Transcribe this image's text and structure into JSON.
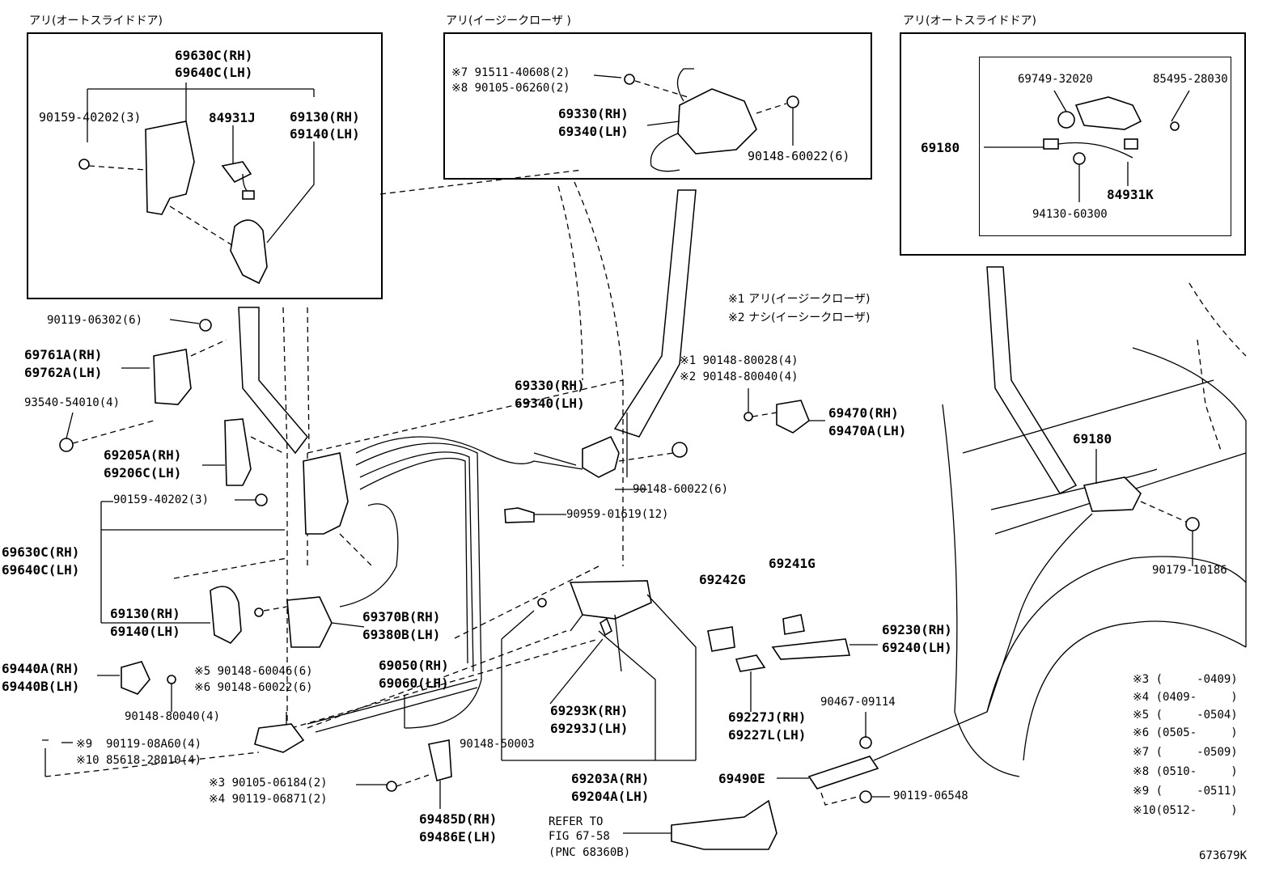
{
  "header": {
    "box1_title": "アリ(オートスライドドア)",
    "box2_title": "アリ(イージークローザ )",
    "box3_title": "アリ(オートスライドドア)"
  },
  "box1": {
    "p1": "69630C(RH)",
    "p2": "69640C(LH)",
    "p3": "90159-40202(3)",
    "p4": "84931J",
    "p5": "69130(RH)",
    "p6": "69140(LH)"
  },
  "box2": {
    "p1": "※7 91511-40608(2)",
    "p2": "※8 90105-06260(2)",
    "p3": "69330(RH)",
    "p4": "69340(LH)",
    "p5": "90148-60022(6)"
  },
  "box3": {
    "p1": "69749-32020",
    "p2": "85495-28030",
    "p3": "69180",
    "p4": "84931K",
    "p5": "94130-60300"
  },
  "notes": {
    "n1": "※1 アリ(イージークローザ)",
    "n2": "※2 ナシ(イーシークローザ)"
  },
  "main": {
    "l01": "90119-06302(6)",
    "l02": "69761A(RH)",
    "l03": "69762A(LH)",
    "l04": "93540-54010(4)",
    "l05": "69205A(RH)",
    "l06": "69206C(LH)",
    "l07": "90159-40202(3)",
    "l08": "69630C(RH)",
    "l09": "69640C(LH)",
    "l10": "69130(RH)",
    "l11": "69140(LH)",
    "l12": "69440A(RH)",
    "l13": "69440B(LH)",
    "l14": "90148-80040(4)",
    "l15": "※9  90119-08A60(4)",
    "l16": "※10 85618-28010(4)",
    "l17": "※3 90105-06184(2)",
    "l18": "※4 90119-06871(2)",
    "l19": "※5 90148-60046(6)",
    "l20": "※6 90148-60022(6)",
    "l21": "69370B(RH)",
    "l22": "69380B(LH)",
    "l23": "69050(RH)",
    "l24": "69060(LH)",
    "l25": "69330(RH)",
    "l26": "69340(LH)",
    "l27": "90148-60022(6)",
    "l28": "90959-01619(12)",
    "l29": "69293K(RH)",
    "l30": "69293J(LH)",
    "l31": "90148-50003",
    "l32": "69203A(RH)",
    "l33": "69204A(LH)",
    "l34": "69485D(RH)",
    "l35": "69486E(LH)",
    "l36": "REFER TO",
    "l37": "FIG 67-58",
    "l38": "(PNC 68360B)",
    "l39": "※1 90148-80028(4)",
    "l40": "※2 90148-80040(4)",
    "l41": "69470(RH)",
    "l42": "69470A(LH)",
    "l43": "69180",
    "l44": "90179-10186",
    "l45": "69242G",
    "l46": "69241G",
    "l47": "69230(RH)",
    "l48": "69240(LH)",
    "l49": "69227J(RH)",
    "l50": "69227L(LH)",
    "l51": "90467-09114",
    "l52": "69490E",
    "l53": "90119-06548"
  },
  "legend": {
    "r3": "※3 (     -0409)",
    "r4": "※4 (0409-     )",
    "r5": "※5 (     -0504)",
    "r6": "※6 (0505-     )",
    "r7": "※7 (     -0509)",
    "r8": "※8 (0510-     )",
    "r9": "※9 (     -0511)",
    "r10": "※10(0512-     )"
  },
  "figure_id": "673679K"
}
